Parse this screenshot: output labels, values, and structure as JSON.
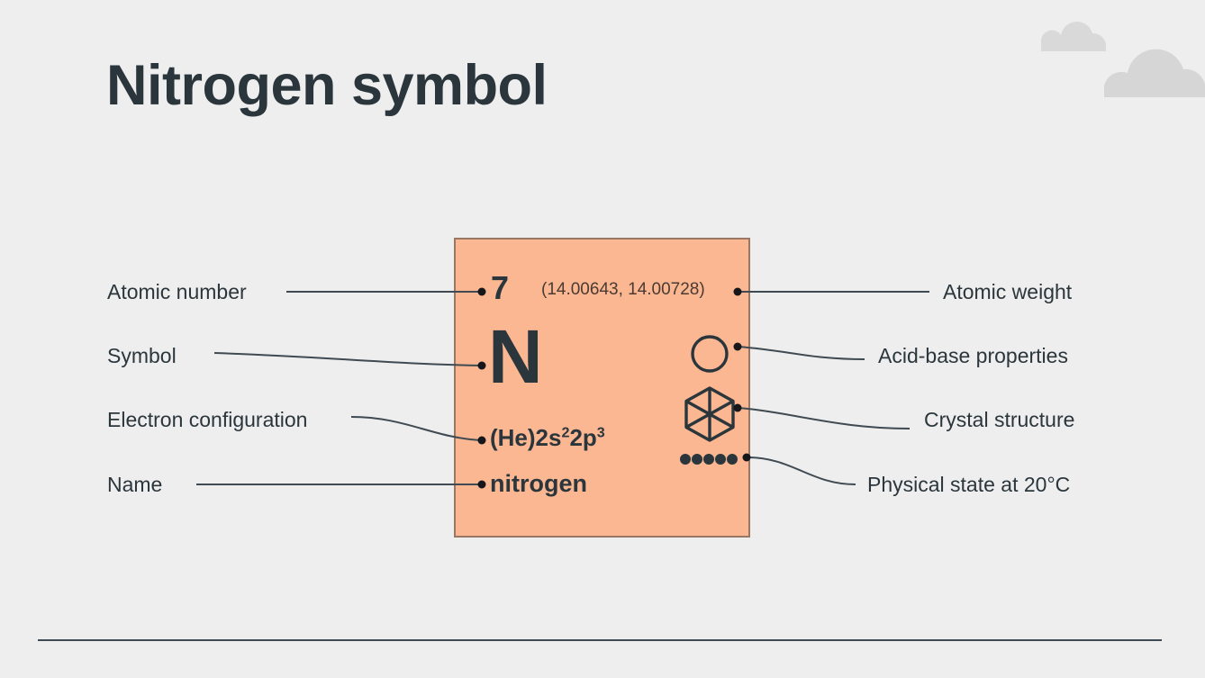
{
  "slide": {
    "title": "Nitrogen symbol",
    "background_color": "#eeeeee",
    "title_color": "#2b363c",
    "accent_color": "#fbb791",
    "line_color": "#3f4a52",
    "cloud_color": "#d8d8d8"
  },
  "element_card": {
    "atomic_number": "7",
    "atomic_weight": "(14.00643, 14.00728)",
    "symbol": "N",
    "electron_configuration_base": "(He)2s",
    "electron_configuration_sup1": "2",
    "electron_configuration_mid": "2p",
    "electron_configuration_sup2": "3",
    "electron_configuration_full": "(He)2s2 2p3",
    "name": "nitrogen",
    "acid_base_icon": "circle-icon",
    "crystal_structure_icon": "hexagon-crystal-icon",
    "physical_state_icon": "five-dots-icon",
    "physical_state_dot_count": 5,
    "fill_color": "#fbb791",
    "border_color": "#9a7665",
    "text_color": "#2b363c"
  },
  "callouts": {
    "left": [
      {
        "label": "Atomic number"
      },
      {
        "label": "Symbol"
      },
      {
        "label": "Electron configuration"
      },
      {
        "label": "Name"
      }
    ],
    "right": [
      {
        "label": "Atomic weight"
      },
      {
        "label": "Acid-base properties"
      },
      {
        "label": "Crystal structure"
      },
      {
        "label": "Physical state at 20°C"
      }
    ]
  }
}
